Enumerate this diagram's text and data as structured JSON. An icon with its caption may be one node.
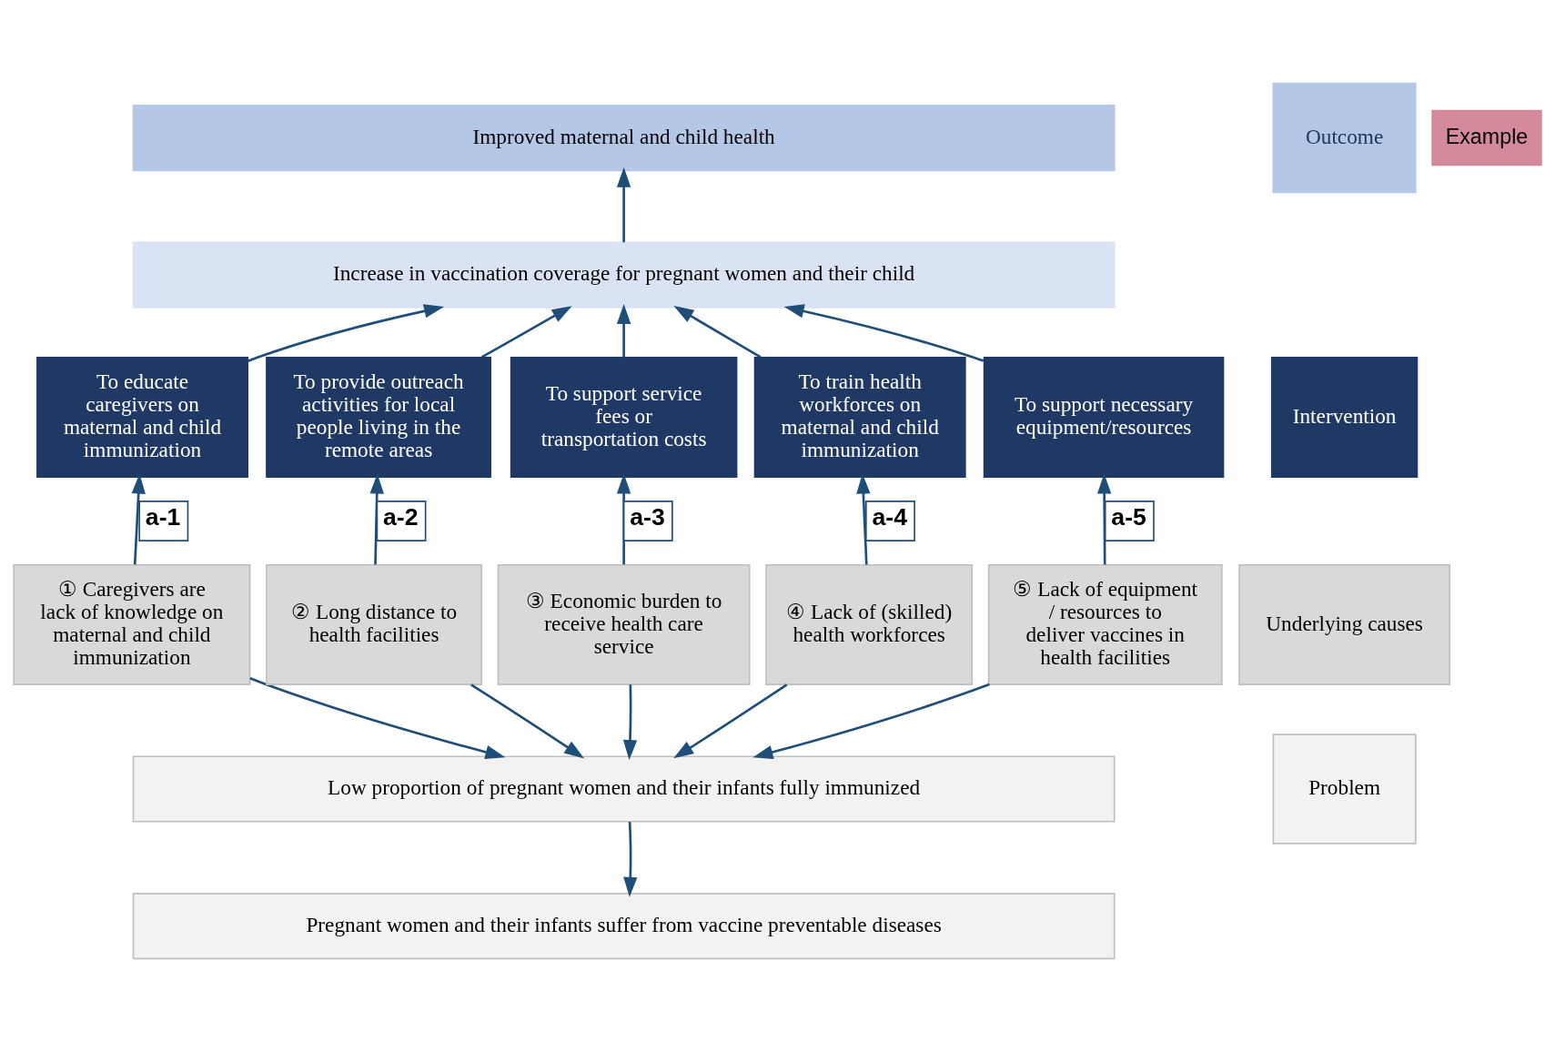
{
  "diagram": {
    "nodes": [
      {
        "text": [
          "Improved maternal and child health"
        ]
      },
      {
        "text": [
          "Increase in vaccination coverage for pregnant women and their child"
        ]
      },
      {
        "text": [
          "To educate caregivers on maternal and child immunization"
        ]
      },
      {
        "text": [
          "To provide outreach activities for local people living in the remote areas"
        ]
      },
      {
        "text": [
          "To support service fees or transportation costs"
        ]
      },
      {
        "text": [
          "To train health workforces on maternal and child immunization"
        ]
      },
      {
        "text": [
          "To support necessary equipment/resources"
        ]
      },
      {
        "text": [
          "① Caregivers are lack of knowledge on maternal and child immunization"
        ]
      },
      {
        "text": [
          "② Long distance to health facilities"
        ]
      },
      {
        "text": [
          "③ Economic burden to receive health care service"
        ]
      },
      {
        "text": [
          "④ Lack of (skilled) health workforces"
        ]
      },
      {
        "text": [
          "⑤ Lack of equipment / resources to deliver vaccines in health facilities"
        ]
      },
      {
        "text": [
          "Low proportion of pregnant women and their infants fully immunized"
        ]
      },
      {
        "text": [
          "Pregnant women and their infants suffer from vaccine preventable diseases"
        ]
      },
      {
        "text": [
          "Outcome"
        ]
      },
      {
        "text": [
          "Intervention"
        ]
      },
      {
        "text": [
          "Underlying causes"
        ]
      },
      {
        "text": [
          "Problem"
        ]
      }
    ],
    "edges": [
      {
        "from": 1,
        "to": 0,
        "arrow": "to"
      },
      {
        "from": 2,
        "to": 1,
        "arrow": "to"
      },
      {
        "from": 3,
        "to": 1,
        "arrow": "to"
      },
      {
        "from": 4,
        "to": 1,
        "arrow": "to"
      },
      {
        "from": 5,
        "to": 1,
        "arrow": "to"
      },
      {
        "from": 6,
        "to": 1,
        "arrow": "to"
      },
      {
        "from": 7,
        "to": 2,
        "arrow": "to",
        "label": "a-1"
      },
      {
        "from": 8,
        "to": 3,
        "arrow": "to",
        "label": "a-2"
      },
      {
        "from": 9,
        "to": 4,
        "arrow": "to",
        "label": "a-3"
      },
      {
        "from": 10,
        "to": 5,
        "arrow": "to",
        "label": "a-4"
      },
      {
        "from": 11,
        "to": 6,
        "arrow": "to",
        "label": "a-5"
      },
      {
        "from": 7,
        "to": 12,
        "arrow": "to"
      },
      {
        "from": 8,
        "to": 12,
        "arrow": "to"
      },
      {
        "from": 9,
        "to": 12,
        "arrow": "to"
      },
      {
        "from": 10,
        "to": 12,
        "arrow": "to"
      },
      {
        "from": 11,
        "to": 12,
        "arrow": "to"
      },
      {
        "from": 12,
        "to": 13,
        "arrow": "to"
      }
    ],
    "labels": [
      "Example"
    ]
  }
}
